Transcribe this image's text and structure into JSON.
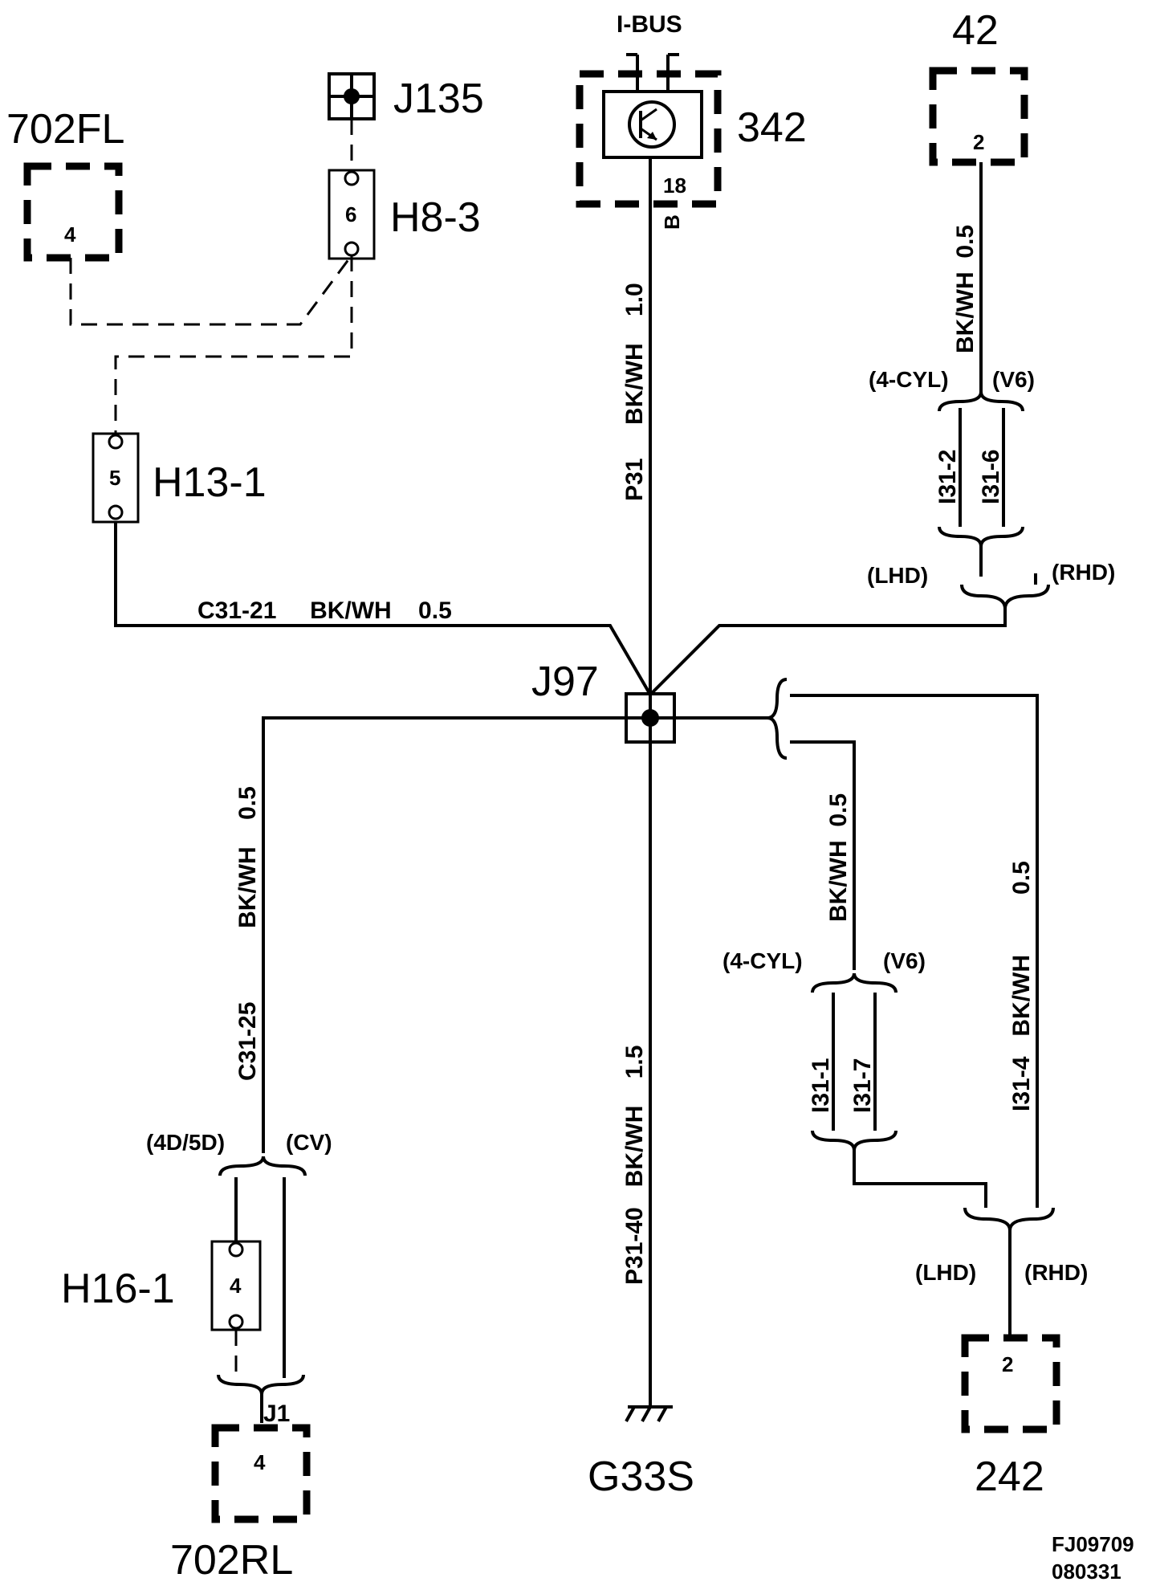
{
  "components": {
    "c702fl": {
      "label": "702FL",
      "pin": "4"
    },
    "c702rl": {
      "label": "702RL",
      "pin": "4"
    },
    "c42": {
      "label": "42",
      "pin": "2"
    },
    "c242": {
      "label": "242",
      "pin": "2"
    },
    "c342": {
      "label": "342",
      "pin": "18",
      "bus_label": "I-BUS",
      "pin_sub": "B"
    }
  },
  "splices": {
    "j135": "J135",
    "j97": "J97",
    "j1": "J1"
  },
  "connectors": {
    "h8_3": {
      "label": "H8-3",
      "pin": "6"
    },
    "h13_1": {
      "label": "H13-1",
      "pin": "5"
    },
    "h16_1": {
      "label": "H16-1",
      "pin": "4"
    }
  },
  "ground": "G33S",
  "wires": {
    "c31_21": "C31-21     BK/WH    0.5",
    "p31": "P31     BK/WH    1.0",
    "p31_40": "P31-40   BK/WH    1.5",
    "c31_25": "C31-25           BK/WH    0.5",
    "w42": "BK/WH  0.5",
    "w_mid": "BK/WH  0.5",
    "i31_4": "I31-4   BK/WH         0.5",
    "i31_2": "I31-2",
    "i31_6": "I31-6",
    "i31_1": "I31-1",
    "i31_7": "I31-7"
  },
  "options": {
    "cyl4_top": "(4-CYL)",
    "v6_top": "(V6)",
    "lhd_top": "(LHD)",
    "rhd_top": "(RHD)",
    "cyl4_mid": "(4-CYL)",
    "v6_mid": "(V6)",
    "lhd_bot": "(LHD)",
    "rhd_bot": "(RHD)",
    "d45": "(4D/5D)",
    "cv": "(CV)"
  },
  "footer": {
    "code": "FJ09709",
    "date": "080331"
  }
}
